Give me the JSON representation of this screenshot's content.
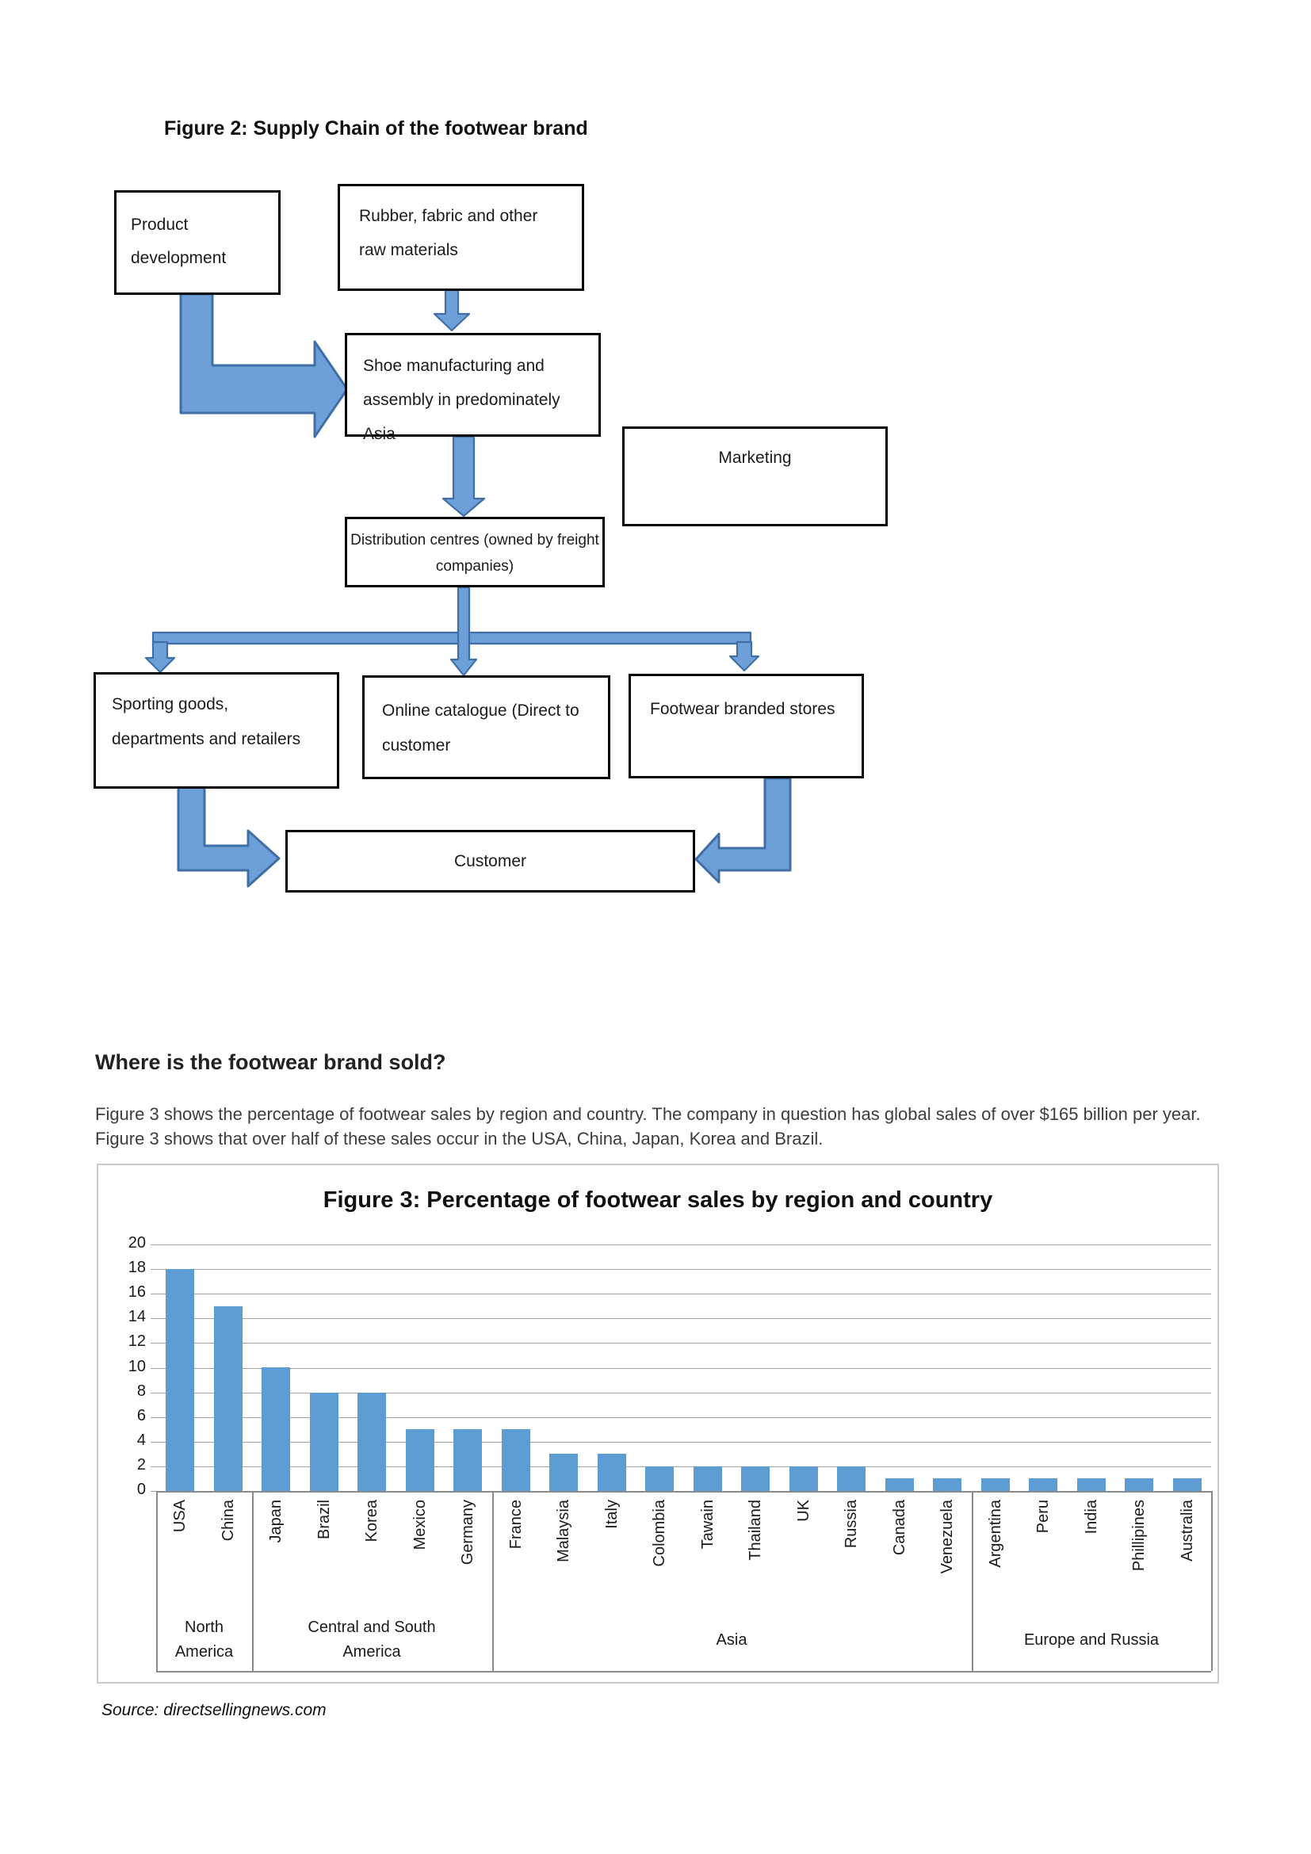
{
  "figure2": {
    "title": "Figure 2: Supply Chain of the footwear brand",
    "nodes": {
      "product": "Product development",
      "rubber": "Rubber, fabric and other raw materials",
      "shoe": "Shoe manufacturing and assembly in predominately Asia",
      "marketing": "Marketing",
      "distribution": "Distribution centres (owned by freight companies)",
      "sporting": "Sporting goods, departments and retailers",
      "online": "Online catalogue (Direct to customer",
      "footwear": "Footwear branded stores",
      "customer": "Customer"
    }
  },
  "section": {
    "heading": "Where is the footwear brand sold?",
    "paragraph": "Figure 3 shows the percentage of footwear sales by region and country. The company in question has global sales of over $165 billion per year. Figure 3 shows that over half of these sales occur in the USA, China, Japan, Korea and Brazil."
  },
  "chart_data": {
    "type": "bar",
    "title": "Figure 3: Percentage of footwear sales by region and country",
    "categories": [
      "USA",
      "China",
      "Japan",
      "Brazil",
      "Korea",
      "Mexico",
      "Germany",
      "France",
      "Malaysia",
      "Italy",
      "Colombia",
      "Tawain",
      "Thailand",
      "UK",
      "Russia",
      "Canada",
      "Venezuela",
      "Argentina",
      "Peru",
      "India",
      "Phillipines",
      "Australia"
    ],
    "values": [
      18,
      15,
      10,
      8,
      8,
      5,
      5,
      5,
      3,
      3,
      2,
      2,
      2,
      2,
      2,
      1,
      1,
      1,
      1,
      1,
      1,
      1
    ],
    "groups": [
      {
        "label": "North America",
        "span": 2
      },
      {
        "label": "Central and South America",
        "span": 5
      },
      {
        "label": "Asia",
        "span": 10
      },
      {
        "label": "Europe and Russia",
        "span": 5
      }
    ],
    "xlabel": "",
    "ylabel": "",
    "ylim": [
      0,
      20
    ],
    "ytick_step": 2,
    "grid": true,
    "legend": false,
    "bar_color": "#5D9BD3"
  },
  "source_note": "Source: directsellingnews.com"
}
